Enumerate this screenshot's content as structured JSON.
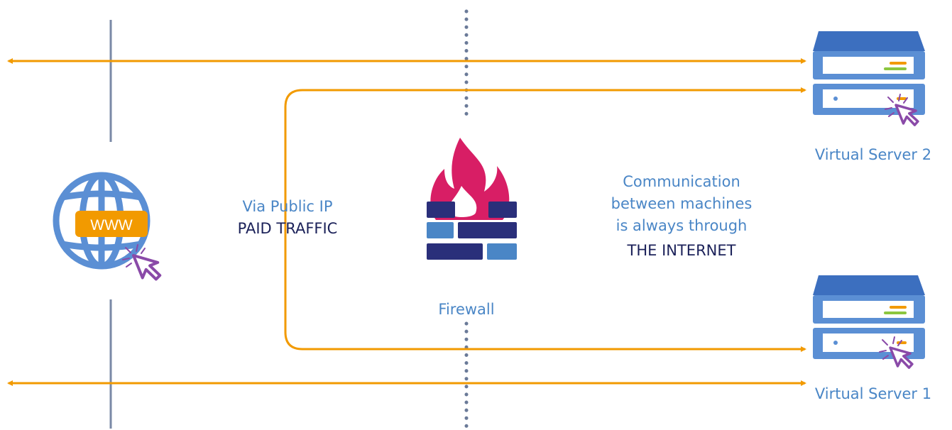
{
  "colors": {
    "arrow": "#f29a00",
    "line_gray": "#7a89a6",
    "dotted": "#6a7a98",
    "blue": "#4a86c6",
    "server_light": "#5b8fd4",
    "server_top": "#3c6fbf",
    "server_face": "#ffffff",
    "firewall_flame": "#d81e65",
    "firewall_dark": "#2a2f7a",
    "firewall_light": "#4a86c6",
    "cursor": "#8a4aa8",
    "www_badge": "#f29a00",
    "text_dark": "#1b2159",
    "led_green": "#8cc63f",
    "led_orange": "#f29a00"
  },
  "icons": {
    "globe": "globe-icon",
    "cursor": "cursor-click-icon",
    "firewall": "firewall-icon",
    "server": "server-icon"
  },
  "globe": {
    "badge_text": "WWW"
  },
  "labels": {
    "via_public_ip": "Via Public IP",
    "paid_traffic": "PAID TRAFFIC",
    "firewall": "Firewall",
    "communication_1": "Communication",
    "communication_2": "between machines",
    "communication_3": "is always through",
    "the_internet": "THE INTERNET",
    "server_2": "Virtual Server 2",
    "server_1": "Virtual Server 1"
  }
}
